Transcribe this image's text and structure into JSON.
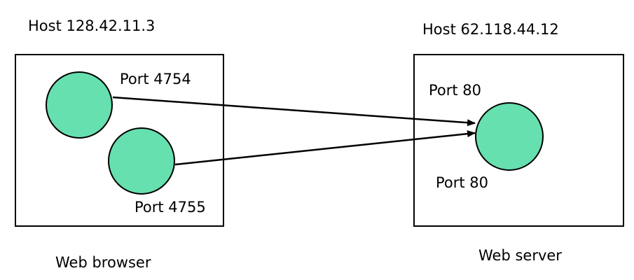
{
  "client": {
    "host_label": "Host 128.42.11.3",
    "caption": "Web browser",
    "ports": [
      {
        "label": "Port 4754"
      },
      {
        "label": "Port 4755"
      }
    ]
  },
  "server": {
    "host_label": "Host 62.118.44.12",
    "caption": "Web server",
    "port_labels": [
      "Port 80",
      "Port 80"
    ]
  },
  "colors": {
    "port_fill": "#66E0AE",
    "border": "#000000"
  }
}
